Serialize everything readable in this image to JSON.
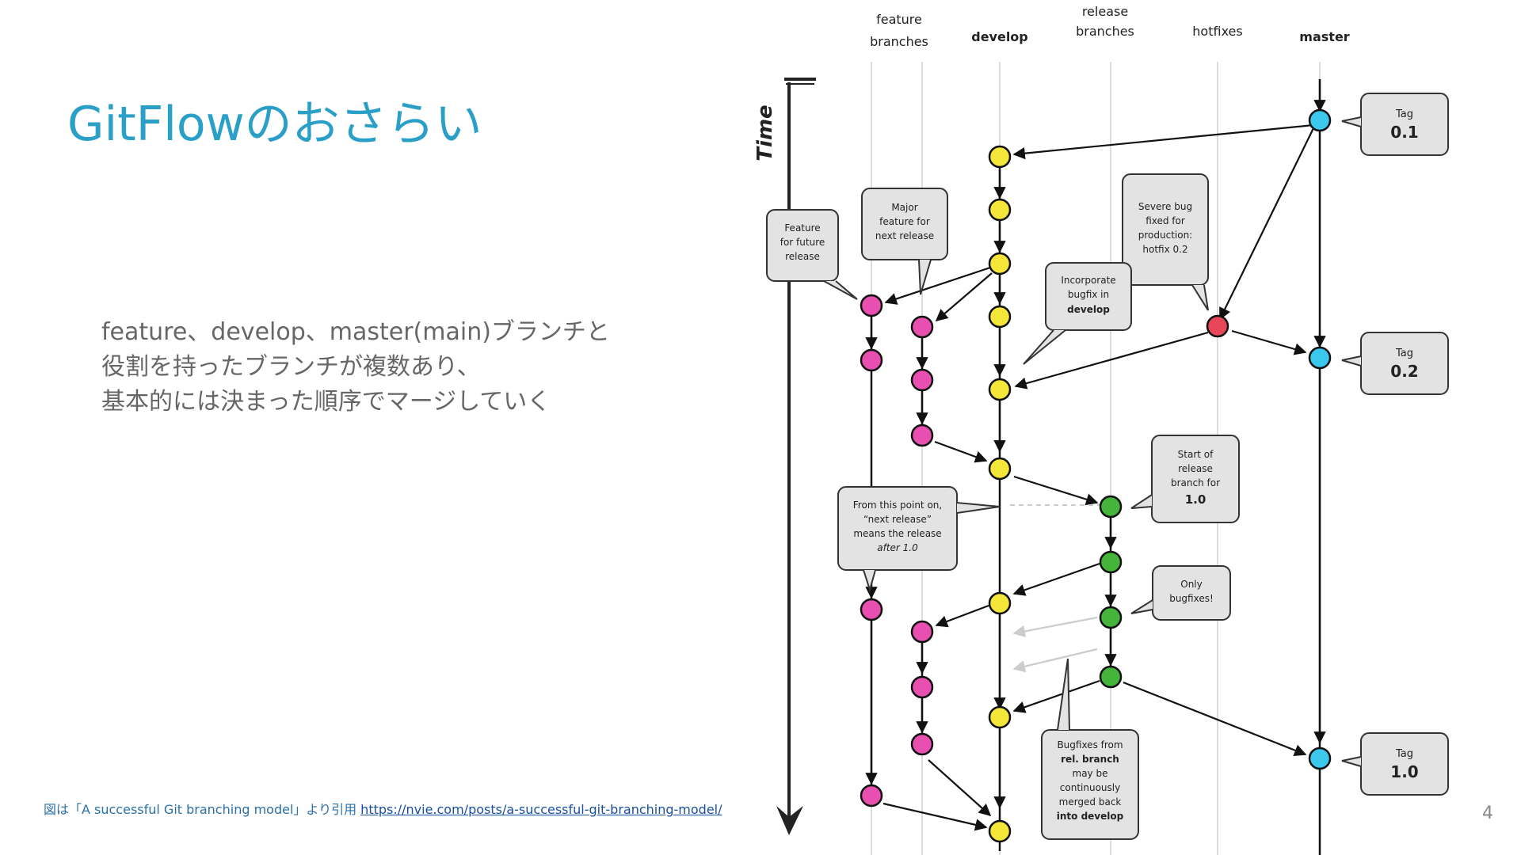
{
  "slide": {
    "title": "GitFlowのおさらい",
    "body_lines": [
      "feature、develop、master(main)ブランチと",
      "役割を持ったブランチが複数あり、",
      "基本的には決まった順序でマージしていく"
    ],
    "source_prefix": "図は「A successful Git branching model」より引用 ",
    "source_link": "https://nvie.com/posts/a-successful-git-branching-model/",
    "page_number": "4"
  },
  "diagram": {
    "time_label": "Time",
    "columns": {
      "feature_1": "feature",
      "feature_2": "branches",
      "develop": "develop",
      "release_1": "release",
      "release_2": "branches",
      "hotfixes": "hotfixes",
      "master": "master"
    },
    "bubbles": {
      "feature_future": [
        "Feature",
        "for future",
        "release"
      ],
      "major_feature": [
        "Major",
        "feature for",
        "next release"
      ],
      "severe_bug": [
        "Severe bug",
        "fixed for",
        "production:",
        "hotfix 0.2"
      ],
      "incorporate": [
        "Incorporate",
        "bugfix in",
        "develop"
      ],
      "start_release": [
        "Start of",
        "release",
        "branch for",
        "1.0"
      ],
      "from_this_point": [
        "From this point on,",
        "“next release”",
        "means the release",
        "after 1.0"
      ],
      "only_bugfixes": [
        "Only",
        "bugfixes!"
      ],
      "bugfixes_from": [
        "Bugfixes from",
        "rel. branch",
        "may be",
        "continuously",
        "merged back",
        "into develop"
      ]
    },
    "tags": [
      {
        "label": "Tag",
        "version": "0.1"
      },
      {
        "label": "Tag",
        "version": "0.2"
      },
      {
        "label": "Tag",
        "version": "1.0"
      }
    ],
    "colors": {
      "develop": "#f5e63a",
      "feature": "#e84fb0",
      "release": "#44b53a",
      "hotfix": "#e8475a",
      "master": "#3cc8ec"
    }
  }
}
